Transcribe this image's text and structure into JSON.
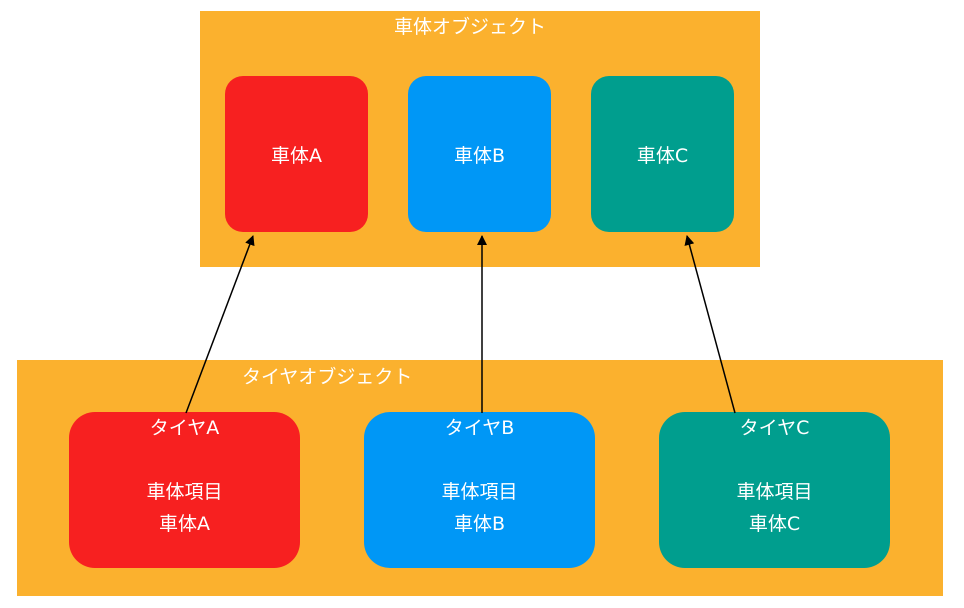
{
  "colors": {
    "group_bg": "#FBB12E",
    "red": "#F72020",
    "blue": "#0097F6",
    "teal": "#009E8E",
    "text": "#FFFFFF",
    "arrow": "#000000"
  },
  "body_group": {
    "title": "車体オブジェクト",
    "nodes": [
      {
        "label": "車体A"
      },
      {
        "label": "車体B"
      },
      {
        "label": "車体C"
      }
    ]
  },
  "tire_group": {
    "title": "タイヤオブジェクト",
    "nodes": [
      {
        "name": "タイヤA",
        "field": "車体項目",
        "value": "車体A"
      },
      {
        "name": "タイヤB",
        "field": "車体項目",
        "value": "車体B"
      },
      {
        "name": "タイヤC",
        "field": "車体項目",
        "value": "車体C"
      }
    ]
  }
}
